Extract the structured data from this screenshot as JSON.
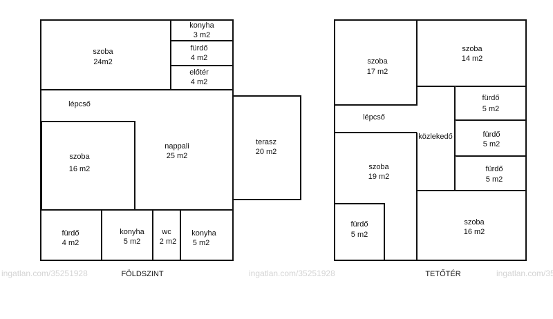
{
  "watermark": "ingatlan.com/35251928",
  "floors": {
    "ground": {
      "caption": "FÖLDSZINT",
      "rooms": [
        {
          "id": "szoba-24",
          "name": "szoba",
          "area": "24m2"
        },
        {
          "id": "konyha-3",
          "name": "konyha",
          "area": "3 m2"
        },
        {
          "id": "furdo-4a",
          "name": "fürdő",
          "area": "4 m2"
        },
        {
          "id": "eloter-4",
          "name": "előtér",
          "area": "4 m2"
        },
        {
          "id": "lepcso-g",
          "name": "lépcső",
          "area": ""
        },
        {
          "id": "szoba-16g",
          "name": "szoba",
          "area": "16 m2"
        },
        {
          "id": "nappali-25",
          "name": "nappali",
          "area": "25 m2"
        },
        {
          "id": "terasz-20",
          "name": "terasz",
          "area": "20 m2"
        },
        {
          "id": "furdo-4b",
          "name": "fürdő",
          "area": "4 m2"
        },
        {
          "id": "konyha-5a",
          "name": "konyha",
          "area": "5 m2"
        },
        {
          "id": "wc-2",
          "name": "wc",
          "area": "2 m2"
        },
        {
          "id": "konyha-5b",
          "name": "konyha",
          "area": "5 m2"
        }
      ]
    },
    "attic": {
      "caption": "TETŐTÉR",
      "rooms": [
        {
          "id": "szoba-17",
          "name": "szoba",
          "area": "17 m2"
        },
        {
          "id": "szoba-14",
          "name": "szoba",
          "area": "14 m2"
        },
        {
          "id": "furdo-5a",
          "name": "fürdő",
          "area": "5 m2"
        },
        {
          "id": "lepcso-t",
          "name": "lépcső",
          "area": ""
        },
        {
          "id": "kozlekedo",
          "name": "közlekedő",
          "area": ""
        },
        {
          "id": "furdo-5b",
          "name": "fürdő",
          "area": "5 m2"
        },
        {
          "id": "szoba-19",
          "name": "szoba",
          "area": "19 m2"
        },
        {
          "id": "furdo-5c",
          "name": "fürdő",
          "area": "5 m2"
        },
        {
          "id": "furdo-5d",
          "name": "fürdő",
          "area": "5 m2"
        },
        {
          "id": "szoba-16t",
          "name": "szoba",
          "area": "16 m2"
        }
      ]
    }
  }
}
